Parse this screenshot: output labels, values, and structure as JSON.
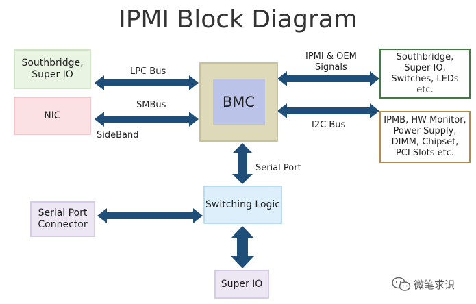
{
  "title": "IPMI Block Diagram",
  "nodes": {
    "southbridge_left": "Southbridge,\nSuper IO",
    "nic": "NIC",
    "bmc": "BMC",
    "southbridge_right": "Southbridge,\nSuper IO,\nSwitches, LEDs\netc.",
    "ipmb": "IPMB, HW Monitor,\nPower Supply,\nDIMM, Chipset,\nPCI Slots etc.",
    "switching_logic": "Switching Logic",
    "serial_port_connector": "Serial Port\nConnector",
    "super_io": "Super IO"
  },
  "edges": {
    "lpc_bus": "LPC Bus",
    "smbus": "SMBus",
    "sideband": "SideBand",
    "ipmi_oem": "IPMI & OEM\nSignals",
    "i2c_bus": "I2C Bus",
    "serial_port": "Serial Port"
  },
  "watermark": "微笔求识",
  "colors": {
    "arrow": "#1f4e79",
    "green_border": "#3e7d3e",
    "brown_border": "#b8893e"
  }
}
